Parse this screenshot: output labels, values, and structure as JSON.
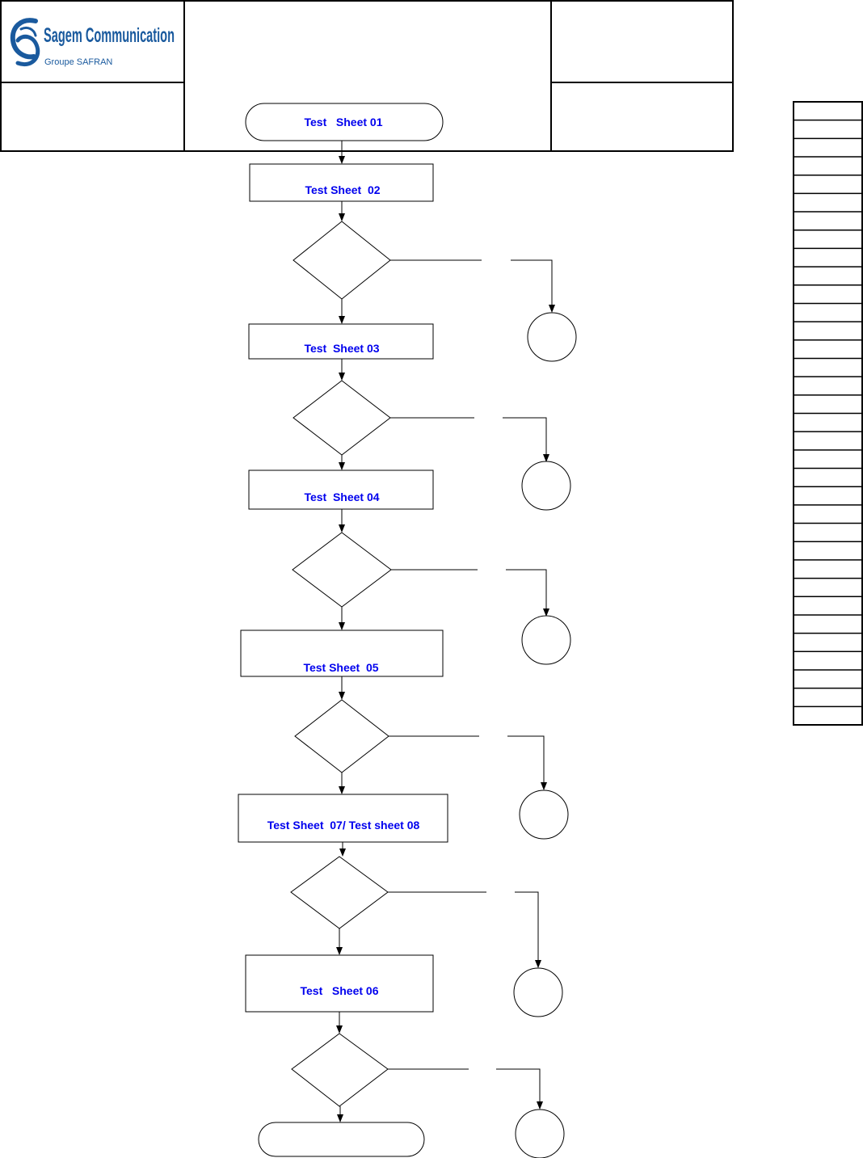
{
  "header": {
    "logo": {
      "company": "Sagem Communication",
      "group": "Groupe SAFRAN",
      "color": "#1a5a9e"
    }
  },
  "flow": {
    "text_color": "#0000ee",
    "start_label": "Test   Sheet 01",
    "end_label": "",
    "steps": [
      {
        "label": "Test Sheet  02"
      },
      {
        "label": "Test  Sheet 03"
      },
      {
        "label": "Test  Sheet 04"
      },
      {
        "label": "Test Sheet  05"
      },
      {
        "label": "Test Sheet  07/ Test sheet 08"
      },
      {
        "label": "Test   Sheet 06"
      }
    ]
  },
  "side_table": {
    "rows": 34
  }
}
